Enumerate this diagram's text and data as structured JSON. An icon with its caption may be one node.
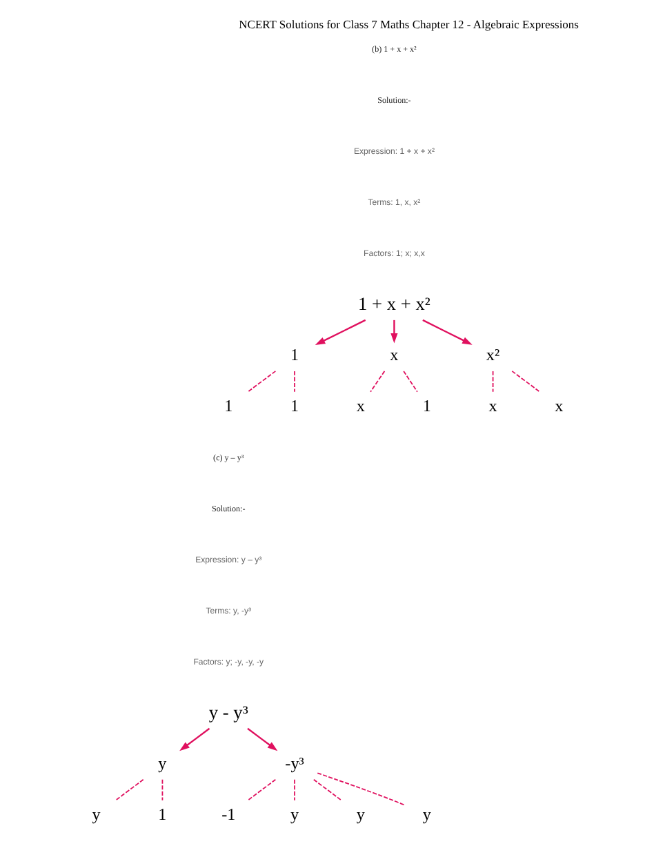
{
  "diagram": {
    "title": "NCERT Solutions for Class 7 Maths Chapter 12 - Algebraic Expressions",
    "nodes": [
      {
        "text": [
          "1 + x + x²"
        ]
      },
      {
        "text": [
          "1"
        ]
      },
      {
        "text": [
          "x"
        ]
      },
      {
        "text": [
          "x²"
        ]
      },
      {
        "text": [
          "1"
        ]
      },
      {
        "text": [
          "1"
        ]
      },
      {
        "text": [
          "x"
        ]
      },
      {
        "text": [
          "1"
        ]
      },
      {
        "text": [
          "x"
        ]
      },
      {
        "text": [
          "x"
        ]
      },
      {
        "text": [
          "y - y³"
        ]
      },
      {
        "text": [
          "y"
        ]
      },
      {
        "text": [
          "-y³"
        ]
      },
      {
        "text": [
          "y"
        ]
      },
      {
        "text": [
          "1"
        ]
      },
      {
        "text": [
          "-1"
        ]
      },
      {
        "text": [
          "y"
        ]
      },
      {
        "text": [
          "y"
        ]
      },
      {
        "text": [
          "y"
        ]
      }
    ],
    "edges": [
      {
        "from": 0,
        "to": 1,
        "arrow": "to"
      },
      {
        "from": 0,
        "to": 2,
        "arrow": "to"
      },
      {
        "from": 0,
        "to": 3,
        "arrow": "to"
      },
      {
        "from": 1,
        "to": 4,
        "arrow": "none",
        "style": "dashed"
      },
      {
        "from": 1,
        "to": 5,
        "arrow": "none",
        "style": "dashed"
      },
      {
        "from": 2,
        "to": 6,
        "arrow": "none",
        "style": "dashed"
      },
      {
        "from": 2,
        "to": 7,
        "arrow": "none",
        "style": "dashed"
      },
      {
        "from": 3,
        "to": 8,
        "arrow": "none",
        "style": "dashed"
      },
      {
        "from": 3,
        "to": 9,
        "arrow": "none",
        "style": "dashed"
      },
      {
        "from": 10,
        "to": 11,
        "arrow": "to"
      },
      {
        "from": 10,
        "to": 12,
        "arrow": "to"
      },
      {
        "from": 11,
        "to": 13,
        "arrow": "none",
        "style": "dashed"
      },
      {
        "from": 11,
        "to": 14,
        "arrow": "none",
        "style": "dashed"
      },
      {
        "from": 12,
        "to": 15,
        "arrow": "none",
        "style": "dashed"
      },
      {
        "from": 12,
        "to": 16,
        "arrow": "none",
        "style": "dashed"
      },
      {
        "from": 12,
        "to": 17,
        "arrow": "none",
        "style": "dashed"
      },
      {
        "from": 12,
        "to": 18,
        "arrow": "none",
        "style": "dashed"
      }
    ],
    "labels": [
      "(b) 1 + x + x²",
      "Solution:-",
      "Expression: 1 + x + x²",
      "Terms: 1, x, x²",
      "Factors: 1; x; x,x",
      "(c) y – y³",
      "Solution:-",
      "Expression: y – y³",
      "Terms: y, -y³",
      "Factors: y; -y, -y, -y"
    ]
  }
}
